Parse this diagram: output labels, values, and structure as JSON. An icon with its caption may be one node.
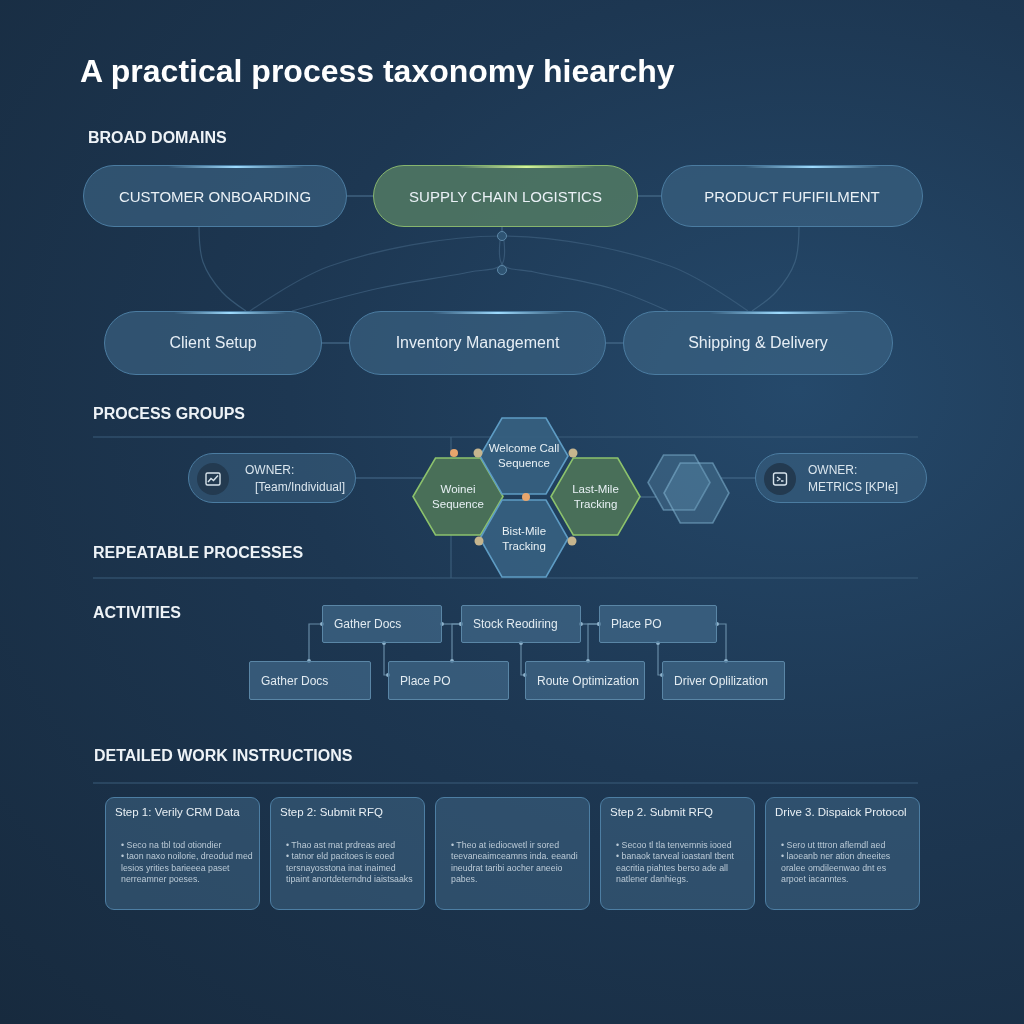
{
  "diagram": {
    "title": "A practical process taxonomy hiearchy",
    "nodes": [
      {
        "text": [
          "CUSTOMER ONBOARDING"
        ]
      },
      {
        "text": [
          "SUPPLY CHAIN LOGISTICS"
        ]
      },
      {
        "text": [
          "PRODUCT FUFIFILMENT"
        ]
      },
      {
        "text": [
          "Client Setup"
        ]
      },
      {
        "text": [
          "Inventory Management"
        ]
      },
      {
        "text": [
          "Shipping & Delivery"
        ]
      },
      {
        "text": [
          "OWNER:",
          "[Team/Individual]"
        ]
      },
      {
        "text": [
          "Woinei Sequence"
        ]
      },
      {
        "text": [
          "Welcome Call Sequence"
        ]
      },
      {
        "text": [
          "Last-Mile Tracking"
        ]
      },
      {
        "text": [
          "Bist-Mile Tracking"
        ]
      },
      {
        "text": [],
        "shape": "hexagon"
      },
      {
        "text": [],
        "shape": "hexagon"
      },
      {
        "text": [
          "OWNER:",
          "METRICS [KPIe]"
        ]
      },
      {
        "text": [
          "Gather Docs"
        ]
      },
      {
        "text": [
          "Stock Reodiring"
        ]
      },
      {
        "text": [
          "Place PO"
        ]
      },
      {
        "text": [
          "Gather Docs"
        ]
      },
      {
        "text": [
          "Place PO"
        ]
      },
      {
        "text": [
          "Route Optimization"
        ]
      },
      {
        "text": [
          "Driver Oplilization"
        ]
      },
      {
        "text": [
          "Step 1: Verily CRM Data",
          "• Seco na tbl tod otiondier",
          "• taon naxo noilorie, dreodud med lesios yrities barieeea paset nerreamner poeses."
        ]
      },
      {
        "text": [
          "Step 2: Submit RFQ",
          "• Thao ast mat prdreas ared",
          "• tatnor eld pacitoes is eoed tersnayosstona inat inaimed tipaint anortdeterndnd iaistsaaks"
        ]
      },
      {
        "text": [
          "• Theo at iediocwetl ir sored teevaneaimceamns inda. eeandi ineudrat taribi aocher aneeio pabes."
        ]
      },
      {
        "text": [
          "Step 2. Submit RFQ",
          "• Secoo tl tla tenvemnis iooed",
          "• banaok tarveal ioastanl tbent eacritia piahtes berso ade all natlener danhiegs."
        ]
      },
      {
        "text": [
          "Drive 3. Dispaick Protocol",
          "• Sero ut tttron aflemdl aed",
          "• laoeanb ner ation dneeites oralee omdileenwao dnt es arpoet iacanntes."
        ]
      }
    ],
    "edges": [
      {
        "from": 0,
        "to": 1,
        "arrow": "none"
      },
      {
        "from": 1,
        "to": 2,
        "arrow": "none"
      },
      {
        "from": 0,
        "to": 3,
        "arrow": "none"
      },
      {
        "from": 1,
        "to": 3,
        "arrow": "none"
      },
      {
        "from": 1,
        "to": 5,
        "arrow": "none"
      },
      {
        "from": 3,
        "to": 5,
        "arrow": "none"
      },
      {
        "from": 2,
        "to": 5,
        "arrow": "none"
      },
      {
        "from": 3,
        "to": 4,
        "arrow": "none"
      },
      {
        "from": 4,
        "to": 5,
        "arrow": "none"
      },
      {
        "from": 6,
        "to": 7,
        "arrow": "none"
      },
      {
        "from": 9,
        "to": 11,
        "arrow": "none"
      },
      {
        "from": 12,
        "to": 13,
        "arrow": "none"
      },
      {
        "from": 14,
        "to": 17,
        "arrow": "other"
      },
      {
        "from": 14,
        "to": 18,
        "arrow": "other"
      },
      {
        "from": 14,
        "to": 15,
        "arrow": "other"
      },
      {
        "from": 15,
        "to": 18,
        "arrow": "other"
      },
      {
        "from": 15,
        "to": 19,
        "arrow": "other"
      },
      {
        "from": 15,
        "to": 16,
        "arrow": "other"
      },
      {
        "from": 16,
        "to": 19,
        "arrow": "other"
      },
      {
        "from": 16,
        "to": 20,
        "arrow": "other"
      },
      {
        "from": 16,
        "to": 20,
        "arrow": "other"
      }
    ],
    "labels": [
      "BROAD DOMAINS",
      "PROCESS GROUPS",
      "REPEATABLE PROCESSES",
      "ACTIVITIES",
      "DETAILED WORK INSTRUCTIONS"
    ]
  }
}
